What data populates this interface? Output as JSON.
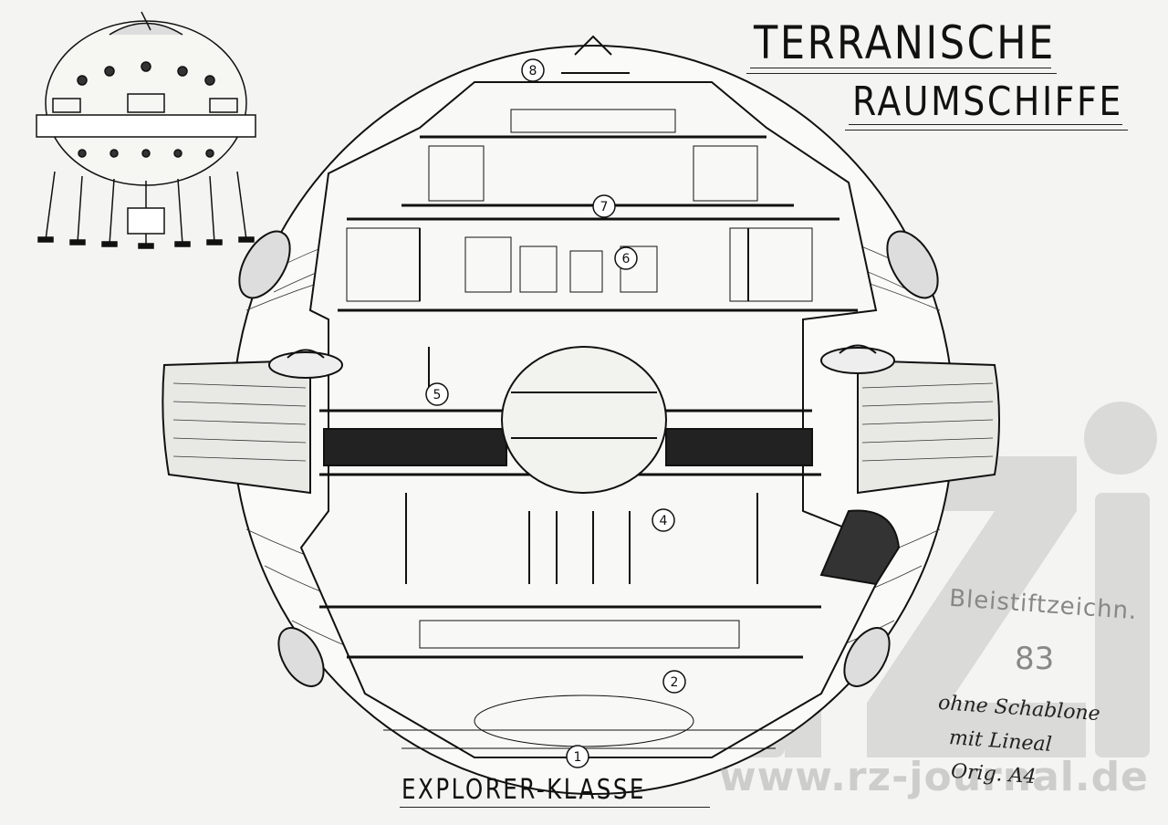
{
  "title": {
    "line1": "TERRANISCHE",
    "line2": "RAUMSCHIFFE"
  },
  "caption": "EXPLORER-KLASSE",
  "notes": {
    "technique": "Bleistiftzeichn.",
    "year": "83",
    "line1": "ohne Schablone",
    "line2": "mit Lineal",
    "line3": "Orig. A4"
  },
  "watermark": {
    "text": "www.rz-journal.de"
  },
  "deck_labels": [
    "8",
    "7",
    "6",
    "5",
    "4",
    "2",
    "1"
  ],
  "colors": {
    "paper": "#f4f4f2",
    "ink": "#111111",
    "watermark": "#c8c8c8"
  }
}
